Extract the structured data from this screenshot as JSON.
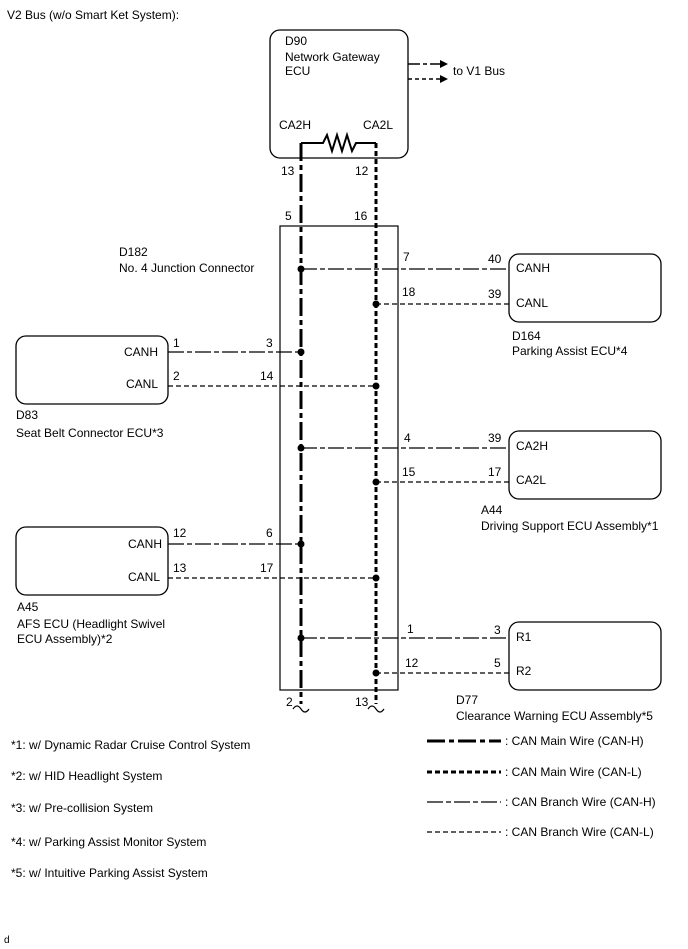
{
  "title": "V2 Bus (w/o Smart Ket System):",
  "gateway": {
    "code": "D90",
    "name_line1": "Network Gateway",
    "name_line2": "ECU",
    "pin_h": "CA2H",
    "pin_l": "CA2L",
    "wire_h_num": "13",
    "wire_l_num": "12",
    "to_bus": "to V1 Bus"
  },
  "junction": {
    "code": "D182",
    "name": "No. 4 Junction Connector",
    "top_h": "5",
    "top_l": "16",
    "bottom_h": "2",
    "bottom_l": "13"
  },
  "parking_assist": {
    "code": "D164",
    "name": "Parking Assist ECU*4",
    "pin_h": "CANH",
    "pin_l": "CANL",
    "jc_h": "7",
    "jc_l": "18",
    "ecu_h": "40",
    "ecu_l": "39"
  },
  "seat_belt": {
    "code": "D83",
    "name": "Seat Belt Connector ECU*3",
    "pin_h": "CANH",
    "pin_l": "CANL",
    "ecu_h": "1",
    "ecu_l": "2",
    "jc_h": "3",
    "jc_l": "14"
  },
  "driving_support": {
    "code": "A44",
    "name": "Driving Support ECU Assembly*1",
    "pin_h": "CA2H",
    "pin_l": "CA2L",
    "jc_h": "4",
    "jc_l": "15",
    "ecu_h": "39",
    "ecu_l": "17"
  },
  "afs": {
    "code": "A45",
    "name_line1": "AFS ECU (Headlight Swivel",
    "name_line2": "ECU Assembly)*2",
    "pin_h": "CANH",
    "pin_l": "CANL",
    "ecu_h": "12",
    "ecu_l": "13",
    "jc_h": "6",
    "jc_l": "17"
  },
  "clearance": {
    "code": "D77",
    "name": "Clearance Warning ECU Assembly*5",
    "pin_h": "R1",
    "pin_l": "R2",
    "jc_h": "1",
    "jc_l": "12",
    "ecu_h": "3",
    "ecu_l": "5"
  },
  "notes": [
    "*1: w/ Dynamic Radar Cruise Control System",
    "*2: w/ HID Headlight System",
    "*3: w/ Pre-collision System",
    "*4: w/ Parking Assist Monitor System",
    "*5: w/ Intuitive Parking Assist System"
  ],
  "legend": [
    ": CAN Main Wire (CAN-H)",
    ": CAN Main Wire (CAN-L)",
    ": CAN Branch Wire (CAN-H)",
    ": CAN Branch Wire (CAN-L)"
  ],
  "corner_mark": "d"
}
